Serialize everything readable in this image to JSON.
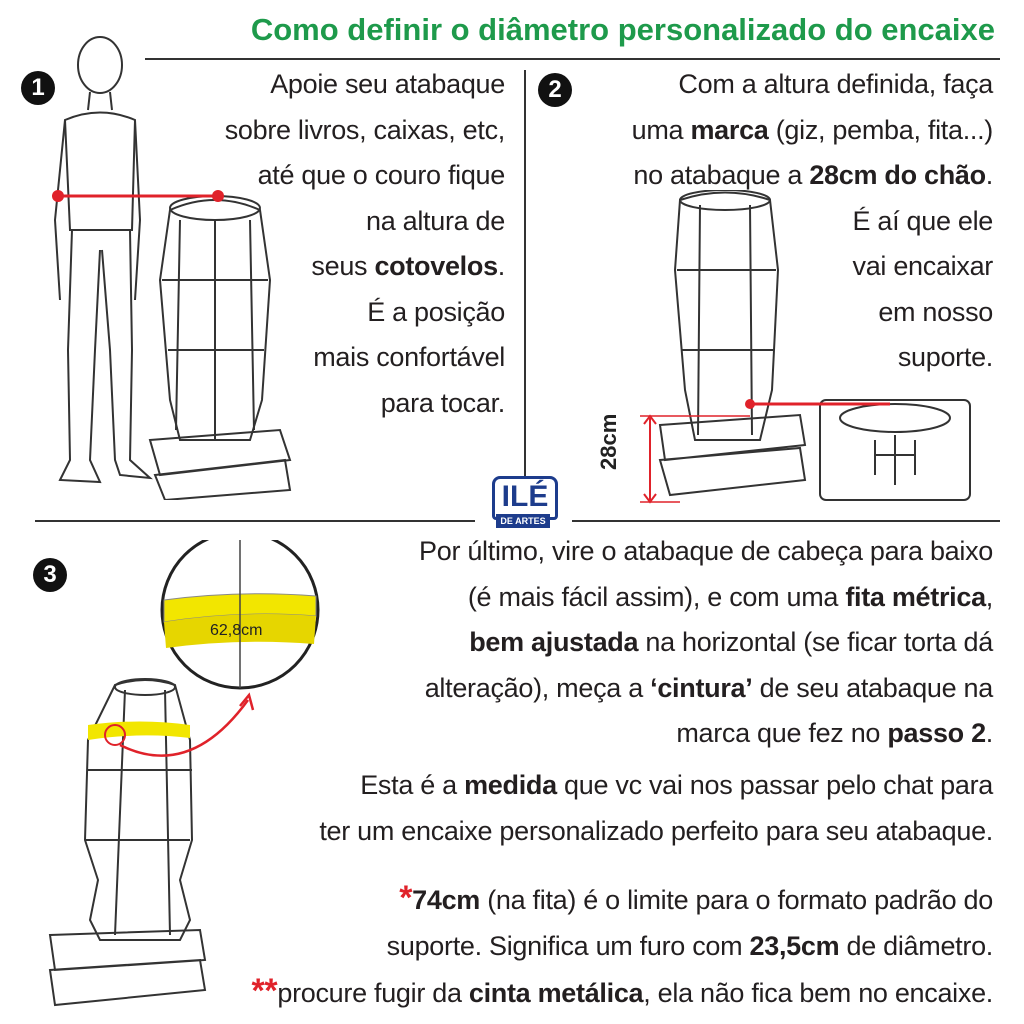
{
  "title": "Como definir o diâmetro personalizado do encaixe",
  "logo": {
    "name": "ILÉ",
    "sub": "DE ARTES"
  },
  "step1": {
    "number": "1",
    "lines": [
      [
        {
          "t": "Apoie seu atabaque"
        }
      ],
      [
        {
          "t": "sobre livros, caixas, etc,"
        }
      ],
      [
        {
          "t": "até que o couro fique"
        }
      ],
      [
        {
          "t": "na altura de"
        }
      ],
      [
        {
          "t": "seus "
        },
        {
          "t": "cotovelos",
          "b": true
        },
        {
          "t": "."
        }
      ],
      [
        {
          "t": "É a posição"
        }
      ],
      [
        {
          "t": "mais confortável"
        }
      ],
      [
        {
          "t": "para tocar."
        }
      ]
    ]
  },
  "step2": {
    "number": "2",
    "height_label": "28cm",
    "lines": [
      [
        {
          "t": "Com a altura definida, faça"
        }
      ],
      [
        {
          "t": "uma "
        },
        {
          "t": "marca",
          "b": true
        },
        {
          "t": " (giz, pemba, fita...)"
        }
      ],
      [
        {
          "t": "no atabaque a "
        },
        {
          "t": "28cm do chão",
          "b": true
        },
        {
          "t": "."
        }
      ],
      [
        {
          "t": "É aí que ele"
        }
      ],
      [
        {
          "t": "vai encaixar"
        }
      ],
      [
        {
          "t": "em nosso"
        }
      ],
      [
        {
          "t": "suporte."
        }
      ]
    ]
  },
  "step3": {
    "number": "3",
    "tape_reading": "62,8cm",
    "lines": [
      [
        {
          "t": "Por último, vire o atabaque de cabeça para baixo"
        }
      ],
      [
        {
          "t": "(é mais fácil assim), e com uma "
        },
        {
          "t": "fita métrica",
          "b": true
        },
        {
          "t": ","
        }
      ],
      [
        {
          "t": "bem ajustada",
          "b": true
        },
        {
          "t": " na horizontal (se ficar torta dá"
        }
      ],
      [
        {
          "t": "alteração), meça a "
        },
        {
          "t": "‘cintura’",
          "b": true
        },
        {
          "t": " de seu atabaque na"
        }
      ],
      [
        {
          "t": "marca que fez no "
        },
        {
          "t": "passo 2",
          "b": true
        },
        {
          "t": "."
        }
      ]
    ],
    "lines2": [
      [
        {
          "t": "Esta é a "
        },
        {
          "t": "medida",
          "b": true
        },
        {
          "t": " que vc vai nos passar pelo chat para"
        }
      ],
      [
        {
          "t": "ter um encaixe personalizado perfeito para seu atabaque."
        }
      ]
    ],
    "notes": [
      [
        {
          "t": "*",
          "r": true
        },
        {
          "t": "74cm",
          "b": true
        },
        {
          "t": " (na fita) é o limite para o formato padrão do"
        }
      ],
      [
        {
          "t": "suporte. Significa um furo com "
        },
        {
          "t": "23,5cm",
          "b": true
        },
        {
          "t": " de diâmetro."
        }
      ],
      [
        {
          "t": "**",
          "r": true
        },
        {
          "t": "procure fugir da "
        },
        {
          "t": "cinta metálica",
          "b": true
        },
        {
          "t": ", ela não fica bem no encaixe."
        }
      ]
    ]
  },
  "colors": {
    "title": "#1e9a4b",
    "accent": "#e0222a",
    "logo": "#1d3c8c"
  }
}
